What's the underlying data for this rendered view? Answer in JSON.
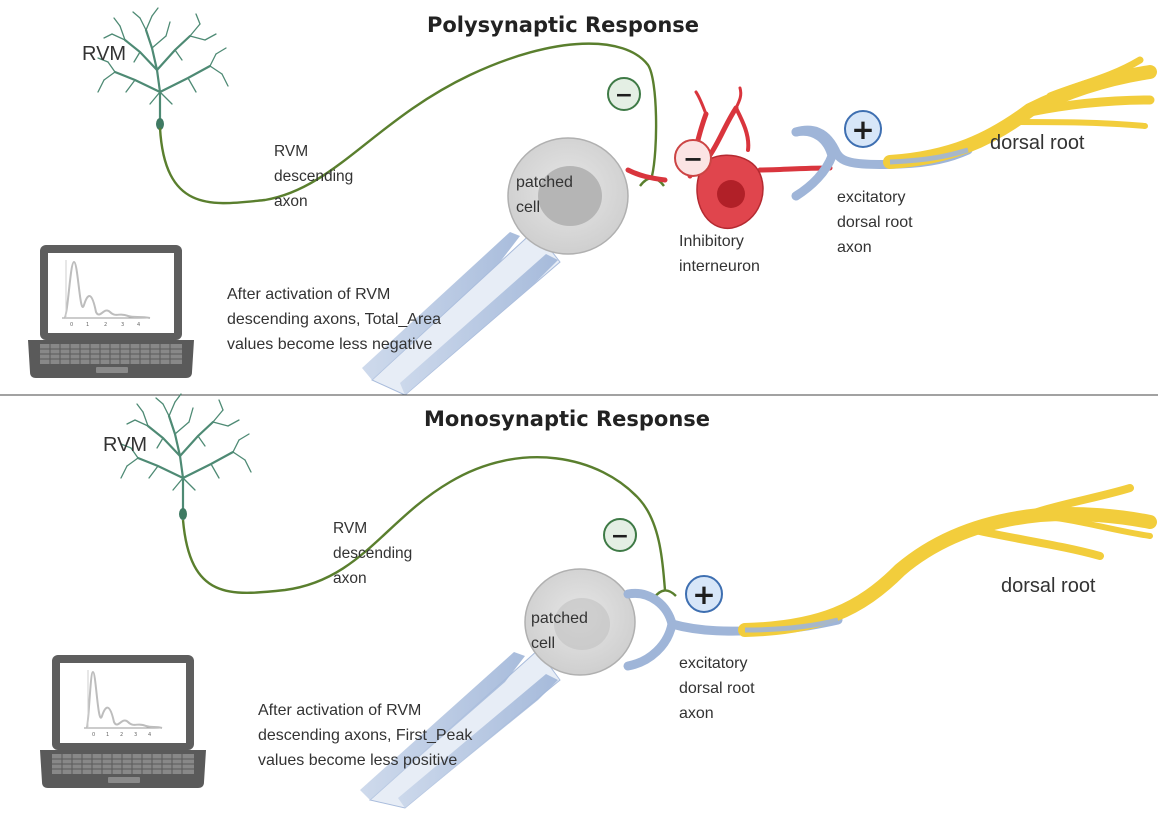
{
  "top_panel": {
    "title": "Polysynaptic  Response",
    "rvm_label": "RVM",
    "axon_label": [
      "RVM",
      "descending",
      "axon"
    ],
    "cell_label": [
      "patched",
      "cell"
    ],
    "interneuron_label": [
      "Inhibitory",
      "interneuron"
    ],
    "excitatory_label": [
      "excitatory",
      "dorsal root",
      "axon"
    ],
    "dorsal_root_label": "dorsal root",
    "note": [
      "After activation of RVM",
      "descending axons, Total_Area",
      "values become less negative"
    ],
    "signs": [
      "−",
      "−",
      "+"
    ]
  },
  "bottom_panel": {
    "title": "Monosynaptic Response",
    "rvm_label": "RVM",
    "axon_label": [
      "RVM",
      "descending",
      "axon"
    ],
    "cell_label": [
      "patched",
      "cell"
    ],
    "excitatory_label": [
      "excitatory",
      "dorsal root",
      "axon"
    ],
    "dorsal_root_label": "dorsal root",
    "note": [
      "After activation of RVM",
      "descending axons, First_Peak",
      "values become less positive"
    ],
    "signs": [
      "−",
      "+"
    ]
  },
  "laptop_ticks": [
    "0",
    "1",
    "2",
    "3",
    "4"
  ],
  "colors": {
    "rvm_neuron": "#4e8a74",
    "rvm_axon": "#5a7f2e",
    "inhibitory": "#d9353d",
    "excitatory_axon": "#9fb5d8",
    "dorsal_root": "#f2cd3c",
    "patched_cell": "#d9d9d9",
    "pipette": "#b6c8e0",
    "laptop": "#5a5a5a"
  }
}
